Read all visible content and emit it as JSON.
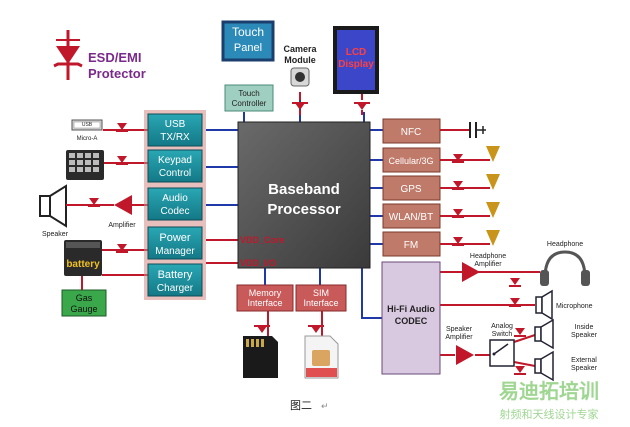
{
  "esd": {
    "line1": "ESD/EMI",
    "line2": "Protector"
  },
  "touch_panel": {
    "line1": "Touch",
    "line2": "Panel"
  },
  "camera": {
    "line1": "Camera",
    "line2": "Module"
  },
  "lcd": {
    "line1": "LCD",
    "line2": "Display"
  },
  "touch_controller": {
    "line1": "Touch",
    "line2": "Controller"
  },
  "usb": {
    "line1": "USB",
    "line2": "TX/RX"
  },
  "keypad": {
    "line1": "Keypad",
    "line2": "Control"
  },
  "audio": {
    "line1": "Audio",
    "line2": "Codec"
  },
  "power": {
    "line1": "Power",
    "line2": "Manager"
  },
  "battery_charger": {
    "line1": "Battery",
    "line2": "Charger"
  },
  "baseband": {
    "line1": "Baseband",
    "line2": "Processor"
  },
  "vdd_core": "VDD_Core",
  "vdd_io": "VDD_I/O",
  "memory": {
    "line1": "Memory",
    "line2": "Interface"
  },
  "sim": {
    "line1": "SIM",
    "line2": "Interface"
  },
  "rf": [
    "NFC",
    "Cellular/3G",
    "GPS",
    "WLAN/BT",
    "FM"
  ],
  "hifi": {
    "line1": "Hi-Fi Audio",
    "line2": "CODEC"
  },
  "micro_usb": {
    "line1": "USB",
    "line2": "Micro-A"
  },
  "speaker": "Speaker",
  "amplifier": "Amplifier",
  "battery": "battery",
  "gas_gauge": {
    "line1": "Gas",
    "line2": "Gauge"
  },
  "headphone_amp": {
    "line1": "Headphone",
    "line2": "Amplifier"
  },
  "headphone": "Headphone",
  "microphone": "Microphone",
  "speaker_amp": {
    "line1": "Speaker",
    "line2": "Amplifier"
  },
  "analog_switch": {
    "line1": "Analog",
    "line2": "Switch"
  },
  "inside_speaker": {
    "line1": "Inside",
    "line2": "Speaker"
  },
  "external_speaker": {
    "line1": "External",
    "line2": "Speaker"
  },
  "caption": "图二",
  "watermark": {
    "line1": "易迪拓培训",
    "line2": "射频和天线设计专家"
  },
  "colors": {
    "teal": "#1e8f9c",
    "processor": "#4a4a4a",
    "rf_block": "#c07a6a",
    "hifi": "#d8c8e0",
    "red_line": "#c0182a",
    "blue_line": "#1f3aa8",
    "interface_pink": "#d48a86"
  }
}
